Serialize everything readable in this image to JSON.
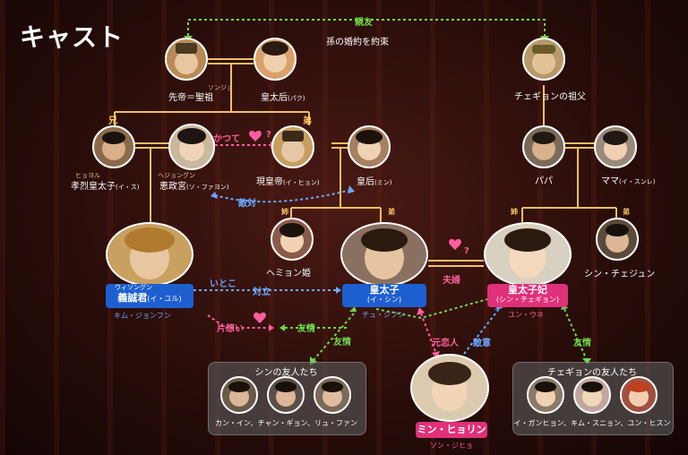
{
  "title": "キャスト",
  "people": {
    "emperor_former": {
      "name": "先帝＝聖祖",
      "ruby": "ソンジョ"
    },
    "empress_dowager": {
      "name": "皇太后",
      "name_note": "(パク)"
    },
    "chaekyung_grandfather": {
      "name": "チェギョンの祖父"
    },
    "hyoyeol": {
      "name": "孝烈皇太子",
      "name_note": "(イ・ス)",
      "ruby": "ヒョヨル"
    },
    "hyejeong": {
      "name": "恵政宮",
      "name_note": "(ソ・ファヨン)",
      "ruby": "ヘジョングン"
    },
    "emperor_current": {
      "name": "現皇帝",
      "name_note": "(イ・ヒョン)"
    },
    "empress": {
      "name": "皇后",
      "name_note": "(ミン)"
    },
    "papa": {
      "name": "パパ"
    },
    "mama": {
      "name": "ママ",
      "name_note": "(イ・スンレ)"
    },
    "hyemyeong": {
      "name": "ヘミョン姫"
    },
    "chaejun": {
      "name": "シン・チェジュン"
    },
    "yul": {
      "name_ruby": "ウィソングン",
      "name": "義誠君",
      "name_note": "(イ・ユル)",
      "actor": "キム・ジョンフン"
    },
    "shin": {
      "name": "皇太子",
      "name_note": "(イ・シン)",
      "actor": "チュ・ジフン"
    },
    "chaekyung": {
      "name": "皇太子妃",
      "name_note": "(シン・チェギョン)",
      "actor": "ユン・ウネ"
    },
    "hyorin": {
      "name": "ミン・ヒョリン",
      "actor": "ソン・ジヒョ"
    }
  },
  "relations": {
    "friends": "親友",
    "engagement": "孫の婚約を約束",
    "older_brother": "兄",
    "younger_brother_1": "弟",
    "once": "かつて",
    "question": "?",
    "hostile": "敵対",
    "older_sister_1": "姉",
    "younger_brother_2": "弟",
    "older_sister_2": "姉",
    "younger_brother_3": "弟",
    "cousin": "いとこ",
    "rivalry": "対立",
    "couple": "夫婦",
    "unrequited": "片想い",
    "friendship_1": "友情",
    "friendship_2": "友情",
    "friendship_3": "友情",
    "ex_lover": "元恋人",
    "hostility": "敵意"
  },
  "groups": {
    "shin_friends": {
      "title": "シンの友人たち",
      "members": "カン・イン、チャン・ギョン、リュ・ファン"
    },
    "chaekyung_friends": {
      "title": "チェギョンの友人たち",
      "members": "イ・ガンヒョン、キム・スニョン、ユン・ヒスン"
    }
  },
  "colors": {
    "friend_line": "#6fd84a",
    "love_line": "#ff5f9f",
    "hostile_line": "#6aa8ff",
    "family_line": "#f0c060",
    "name_blue": "#1e5fd0",
    "name_pink": "#e0307a"
  }
}
